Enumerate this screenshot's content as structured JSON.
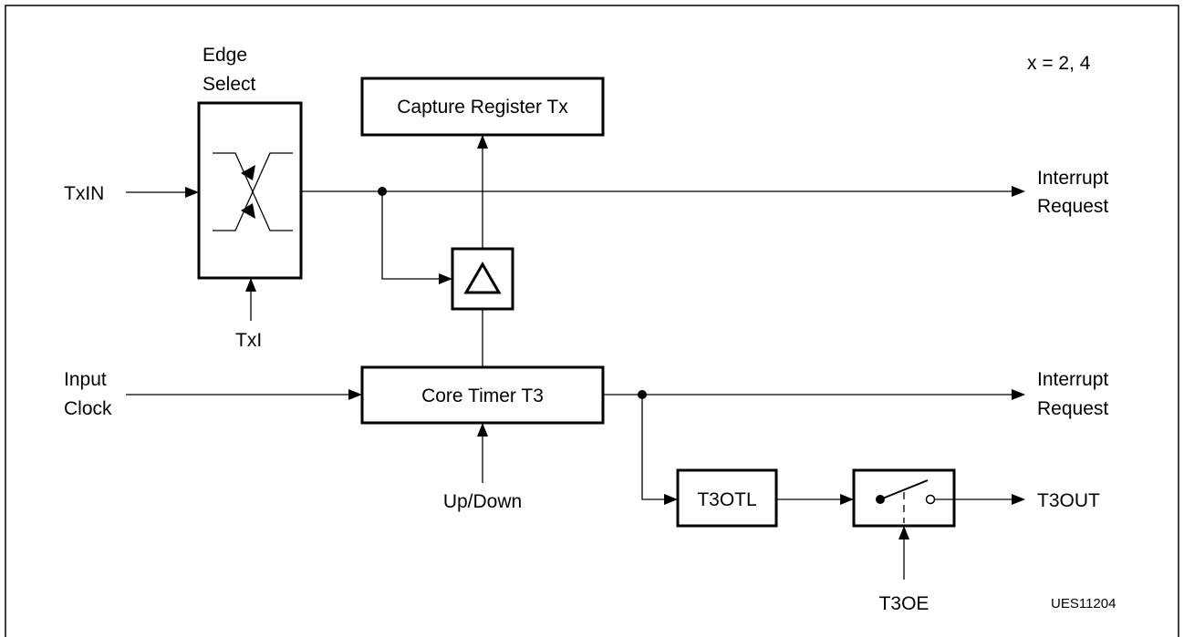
{
  "diagram": {
    "note": "x = 2, 4",
    "figure_id": "UES11204",
    "edge_select_label": [
      "Edge",
      "Select"
    ],
    "inputs": {
      "txin": "TxIN",
      "txi": "TxI",
      "input_clock": [
        "Input",
        "Clock"
      ],
      "up_down": "Up/Down",
      "t3oe": "T3OE"
    },
    "blocks": {
      "capture_register": "Capture Register Tx",
      "core_timer": "Core Timer T3",
      "t3otl": "T3OTL"
    },
    "outputs": {
      "interrupt_request_top": [
        "Interrupt",
        "Request"
      ],
      "interrupt_request_bottom": [
        "Interrupt",
        "Request"
      ],
      "t3out": "T3OUT"
    }
  }
}
